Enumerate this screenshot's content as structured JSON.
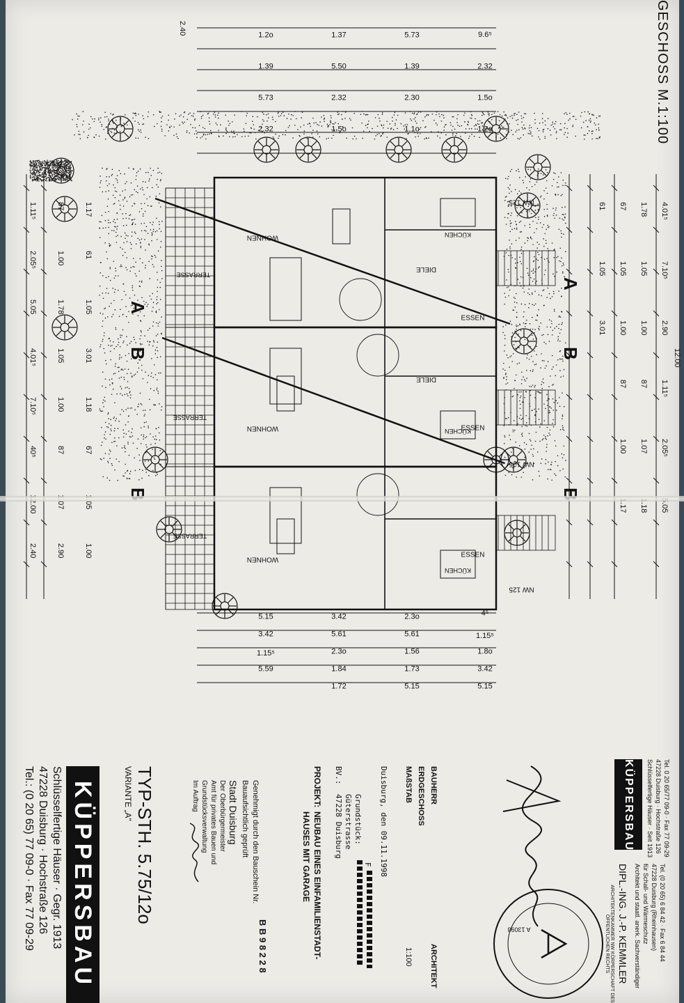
{
  "drawing": {
    "sheet_title": "GESCHOSS M.1:100",
    "total_width": "12.00",
    "depth_total": "2.40",
    "rooms": {
      "essen": "ESSEN",
      "wohnen": "WOHNEN",
      "kuechen": "KÜCHEN",
      "diele": "DIELE",
      "terrasse": "TERRASSE"
    },
    "markers": {
      "nw": "NW 125",
      "a": "A",
      "b": "B"
    },
    "dims_top": [
      "4.01⁵",
      "7.10⁵",
      "2.90",
      "1.11⁵",
      "2.05⁵",
      "5.05",
      "1.78",
      "1.05",
      "1.00",
      "87",
      "1.07",
      "1.18",
      "67",
      "1.05",
      "1.00",
      "87",
      "1.00",
      "1.17",
      "61",
      "1.05",
      "3.01"
    ],
    "dims_bottom": [
      "1.17",
      "61",
      "1.05",
      "3.01",
      "1.18",
      "67",
      "1.05",
      "1.00",
      "87",
      "1.00",
      "1.78",
      "1.05",
      "1.00",
      "87",
      "1.07",
      "2.90",
      "1.11⁵",
      "2.05⁵",
      "5.05",
      "4.01⁵",
      "7.10⁵",
      "40⁵",
      "12.00",
      "2.40"
    ],
    "dims_left": [
      "9.6⁵",
      "2.32",
      "1.5o",
      "1.2o",
      "5.73",
      "1.39",
      "2.30",
      "1.1o",
      "1.37",
      "5.50",
      "2.32",
      "1.5o",
      "1.2o",
      "1.39",
      "5.73",
      "2.32"
    ],
    "dims_right": [
      "4⁵",
      "1.15⁵",
      "1.8o",
      "3.42",
      "5.15",
      "2.3o",
      "5.61",
      "1.56",
      "1.73",
      "5.15",
      "3.42",
      "5.61",
      "2.3o",
      "1.84",
      "1.72",
      "5.15",
      "3.42",
      "1.15⁵",
      "5.59"
    ]
  },
  "kuppersbau": {
    "logo": "KÜPPERSBAU",
    "tagline": "Schlüsselfertige Häuser · Gegr. 1913",
    "address": "47228 Duisburg · Hochstraße 126",
    "phone": "Tel.: (0 20 65) 77 09-0 · Fax 77 09-29"
  },
  "type": {
    "title": "TYP-STH. 5.75/12o",
    "variant": "VARIANTE „A\""
  },
  "approval": {
    "line1": "Genehmigt durch den Bauschein Nr.",
    "bb_number": "B B  9 8 2 2 8",
    "line2": "Bauaufsichtlich geprüft",
    "line3": "Stadt Duisburg",
    "line4": "Der Oberbürgermeister",
    "line5": "Amt für privates Bauen und",
    "line6": "Grundstücksverwaltung",
    "line7": "Im Auftrag"
  },
  "project": {
    "label": "PROJEKT:",
    "title_line1": "NEUBAU EINES EINFAMILIENSTADT-",
    "title_line2": "HAUSES MIT GARAGE",
    "bv_label": "BV.:",
    "bv_city": "47228 Duisburg",
    "street": "Güterstrasse",
    "plot_label": "Grundstück:",
    "plot_letter": "F",
    "date_line": "Duisburg, den 09.11.1998",
    "massstab_label": "MAßSTAB",
    "massstab_value": "1:100",
    "geschoss": "ERDGESCHOSS",
    "bauherr": "BAUHERR",
    "architekt": "ARCHITEKT"
  },
  "stamp": {
    "logo": "KÜPPERSBAU",
    "tagline": "Schlüsselfertige Häuser · Seit 1913",
    "address": "47228 Duisburg · Hochstraße 126",
    "phone": "Tel. 0 20 65/77 09-0 · Fax 77 09-29"
  },
  "architect": {
    "name": "DIPL.-ING. J.-P. KEMMLER",
    "role": "Architekt und staatl. anerk. Sachverständiger",
    "role2": "für Schall- und Wärmeschutz",
    "address": "47228 Duisburg (Rheinhausen)",
    "phone": "Tel. (0 20 65) 6 84 42 · Fax 6 84 44",
    "seal_text": "ARCHITEKTENKAMMER NW KÖRPERSCHAFT DES ÖFFENTLICHEN RECHTS",
    "seal_number": "A 13098"
  },
  "colors": {
    "paper": "#ecebe6",
    "ink": "#111111",
    "background": "#3b4a57"
  }
}
